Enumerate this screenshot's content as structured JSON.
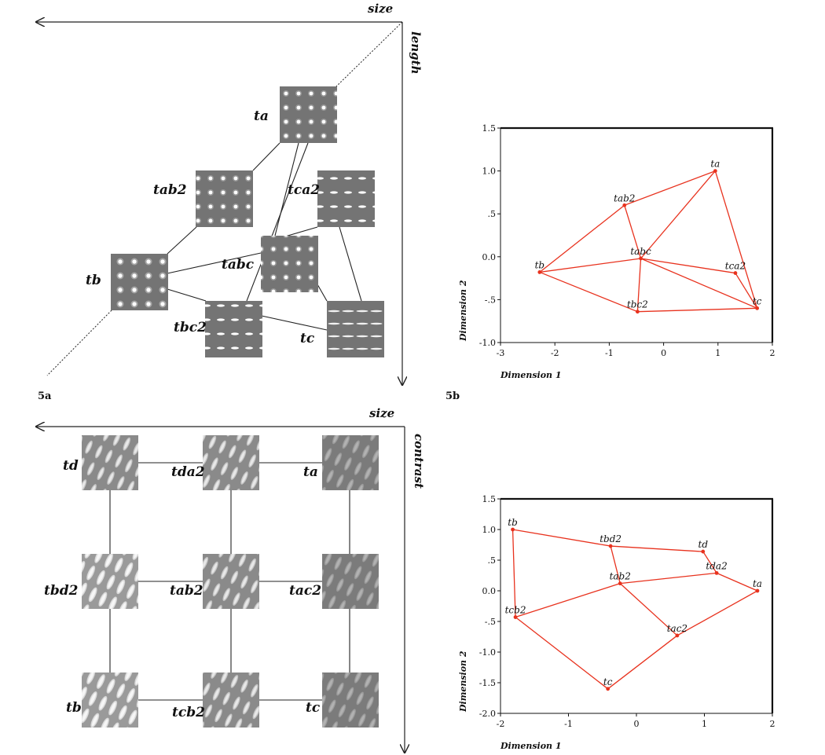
{
  "panel_labels": {
    "a": "5a",
    "b": "5b"
  },
  "diagram_top": {
    "axes": {
      "horizontal": "size",
      "vertical": "length"
    },
    "nodes": [
      {
        "id": "ta",
        "label": "ta",
        "pattern": "dots"
      },
      {
        "id": "tab2",
        "label": "tab2",
        "pattern": "dots"
      },
      {
        "id": "tca2",
        "label": "tca2",
        "pattern": "dashes"
      },
      {
        "id": "tabc",
        "label": "tabc",
        "pattern": "dots"
      },
      {
        "id": "tb",
        "label": "tb",
        "pattern": "bigdots"
      },
      {
        "id": "tbc2",
        "label": "tbc2",
        "pattern": "dashes"
      },
      {
        "id": "tc",
        "label": "tc",
        "pattern": "lines"
      }
    ],
    "edges": [
      [
        "ta",
        "tab2"
      ],
      [
        "ta",
        "tabc"
      ],
      [
        "ta",
        "tbc2"
      ],
      [
        "tab2",
        "tb"
      ],
      [
        "tca2",
        "tabc"
      ],
      [
        "tca2",
        "tc"
      ],
      [
        "tb",
        "tabc"
      ],
      [
        "tb",
        "tbc2"
      ],
      [
        "tabc",
        "tbc2"
      ],
      [
        "tbc2",
        "tc"
      ]
    ]
  },
  "diagram_bottom": {
    "axes": {
      "horizontal": "size",
      "vertical": "contrast"
    },
    "nodes": [
      {
        "id": "td",
        "label": "td"
      },
      {
        "id": "tda2",
        "label": "tda2"
      },
      {
        "id": "ta",
        "label": "ta"
      },
      {
        "id": "tbd2",
        "label": "tbd2"
      },
      {
        "id": "tab2",
        "label": "tab2"
      },
      {
        "id": "tac2",
        "label": "tac2"
      },
      {
        "id": "tb",
        "label": "tb"
      },
      {
        "id": "tcb2",
        "label": "tcb2"
      },
      {
        "id": "tc",
        "label": "tc"
      }
    ]
  },
  "chart_data": [
    {
      "type": "scatter",
      "xlabel": "Dimension 1",
      "ylabel": "Dimension 2",
      "xlim": [
        -3,
        2
      ],
      "ylim": [
        -1.0,
        1.5
      ],
      "xticks": [
        -3,
        -2,
        -1,
        0,
        1,
        2
      ],
      "xtick_labels": [
        "-3",
        "-2",
        "-1",
        "0",
        "1",
        "2"
      ],
      "yticks": [
        1.5,
        1.0,
        0.5,
        0.0,
        -0.5,
        -1.0
      ],
      "ytick_labels": [
        "1.5",
        "1.0",
        ".5",
        "0.0",
        "-.5",
        "-1.0"
      ],
      "grid": false,
      "color": "#e8321e",
      "points": [
        {
          "label": "ta",
          "x": 0.95,
          "y": 1.0
        },
        {
          "label": "tab2",
          "x": -0.72,
          "y": 0.6
        },
        {
          "label": "tabc",
          "x": -0.42,
          "y": -0.02
        },
        {
          "label": "tca2",
          "x": 1.32,
          "y": -0.19
        },
        {
          "label": "tb",
          "x": -2.28,
          "y": -0.18
        },
        {
          "label": "tbc2",
          "x": -0.48,
          "y": -0.64
        },
        {
          "label": "tc",
          "x": 1.72,
          "y": -0.6
        }
      ],
      "edges": [
        [
          "ta",
          "tab2"
        ],
        [
          "ta",
          "tabc"
        ],
        [
          "ta",
          "tc"
        ],
        [
          "tab2",
          "tb"
        ],
        [
          "tab2",
          "tabc"
        ],
        [
          "tabc",
          "tb"
        ],
        [
          "tabc",
          "tca2"
        ],
        [
          "tabc",
          "tc"
        ],
        [
          "tabc",
          "tbc2"
        ],
        [
          "tb",
          "tbc2"
        ],
        [
          "tbc2",
          "tc"
        ],
        [
          "tca2",
          "tc"
        ]
      ]
    },
    {
      "type": "scatter",
      "xlabel": "Dimension 1",
      "ylabel": "Dimension 2",
      "xlim": [
        -2,
        2
      ],
      "ylim": [
        -2.0,
        1.5
      ],
      "xticks": [
        -2,
        -1,
        0,
        1,
        2
      ],
      "xtick_labels": [
        "-2",
        "-1",
        "0",
        "1",
        "2"
      ],
      "yticks": [
        1.5,
        1.0,
        0.5,
        0.0,
        -0.5,
        -1.0,
        -1.5,
        -2.0
      ],
      "ytick_labels": [
        "1.5",
        "1.0",
        ".5",
        "0.0",
        "-.5",
        "-1.0",
        "-1.5",
        "-2.0"
      ],
      "grid": false,
      "color": "#e8321e",
      "points": [
        {
          "label": "tb",
          "x": -1.82,
          "y": 1.0
        },
        {
          "label": "tbd2",
          "x": -0.38,
          "y": 0.73
        },
        {
          "label": "td",
          "x": 0.98,
          "y": 0.64
        },
        {
          "label": "tda2",
          "x": 1.18,
          "y": 0.29
        },
        {
          "label": "tab2",
          "x": -0.24,
          "y": 0.12
        },
        {
          "label": "ta",
          "x": 1.78,
          "y": 0.0
        },
        {
          "label": "tcb2",
          "x": -1.78,
          "y": -0.43
        },
        {
          "label": "tac2",
          "x": 0.6,
          "y": -0.73
        },
        {
          "label": "tc",
          "x": -0.42,
          "y": -1.6
        }
      ],
      "edges": [
        [
          "tb",
          "tbd2"
        ],
        [
          "tbd2",
          "td"
        ],
        [
          "td",
          "tda2"
        ],
        [
          "tbd2",
          "tab2"
        ],
        [
          "tab2",
          "tda2"
        ],
        [
          "tda2",
          "ta"
        ],
        [
          "tab2",
          "tcb2"
        ],
        [
          "tb",
          "tcb2"
        ],
        [
          "tab2",
          "tac2"
        ],
        [
          "ta",
          "tac2"
        ],
        [
          "tcb2",
          "tc"
        ],
        [
          "tac2",
          "tc"
        ]
      ]
    }
  ]
}
